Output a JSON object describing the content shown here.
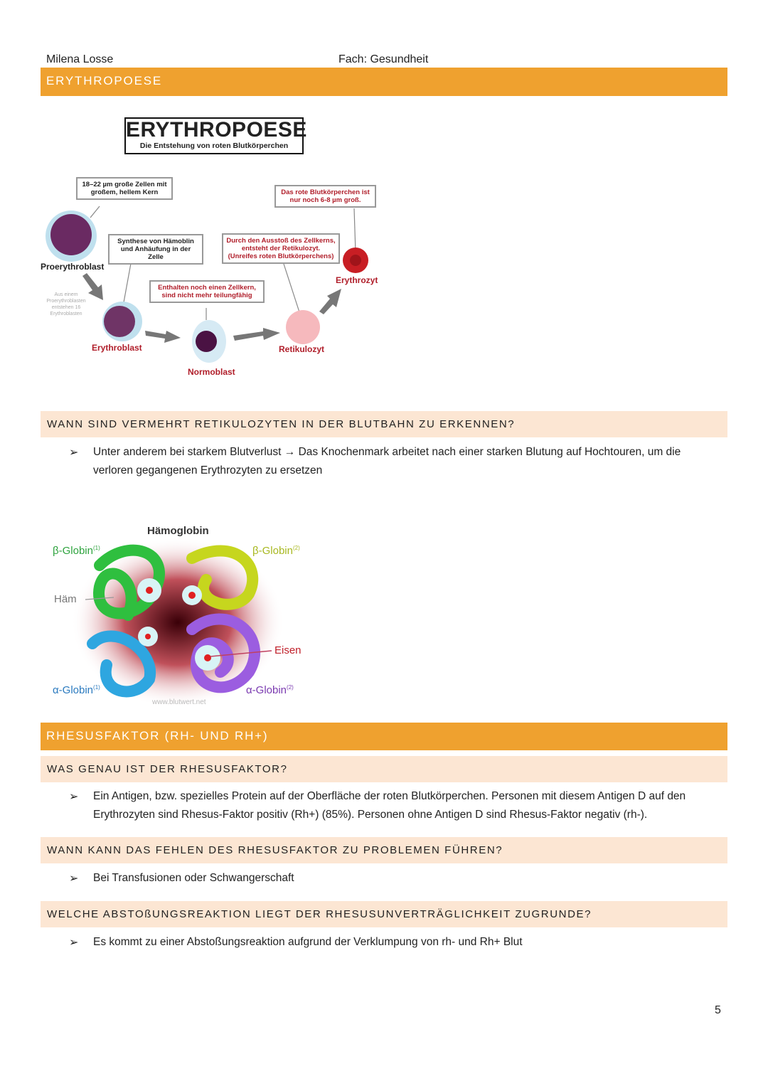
{
  "header": {
    "author": "Milena Losse",
    "subject": "Fach: Gesundheit"
  },
  "section1": {
    "title": "ERYTHROPOESE"
  },
  "diagram": {
    "title": "ERYTHROPOESE",
    "subtitle": "Die Entstehung von roten Blutkörperchen",
    "box_proery": "18–22 µm große Zellen mit großem, hellem Kern",
    "box_synthese": "Synthese von Hämoblin und Anhäufung in der Zelle",
    "box_normo": "Enthalten noch einen Zellkern, sind nicht mehr teilungfähig",
    "box_retik": "Durch den Ausstoß des Zellkerns, entsteht der Retikulozyt. (Unreifes roten Blutkörperchens)",
    "box_ery": "Das rote Blutkörperchen ist nur noch 6-8 µm groß.",
    "note": "Aus einem Proerythroblasten entstehen 16 Erythroblasten",
    "labels": {
      "proerythroblast": "Proerythroblast",
      "erythroblast": "Erythroblast",
      "normoblast": "Normoblast",
      "retikulozyt": "Retikulozyt",
      "erythrozyt": "Erythrozyt"
    }
  },
  "q1": {
    "title": "WANN SIND VERMEHRT RETIKULOZYTEN IN DER BLUTBAHN ZU ERKENNEN?",
    "answer": "Unter anderem bei starkem Blutverlust → Das Knochenmark arbeitet nach einer starken Blutung auf Hochtouren, um die verloren gegangenen Erythrozyten zu ersetzen"
  },
  "hemoglobin": {
    "title": "Hämoglobin",
    "beta1": "β-Globin",
    "beta1_sup": "(1)",
    "beta2": "β-Globin",
    "beta2_sup": "(2)",
    "haem": "Häm",
    "eisen": "Eisen",
    "alpha1": "α-Globin",
    "alpha1_sup": "(1)",
    "alpha2": "α-Globin",
    "alpha2_sup": "(2)",
    "watermark": "www.blutwert.net"
  },
  "section2": {
    "title": "RHESUSFAKTOR (RH- UND RH+)"
  },
  "q2": {
    "title": "WAS GENAU IST DER RHESUSFAKTOR?",
    "answer": "Ein Antigen, bzw. spezielles Protein auf der Oberfläche der roten Blutkörperchen. Personen mit diesem Antigen D auf den Erythrozyten sind Rhesus-Faktor positiv (Rh+) (85%). Personen ohne Antigen D sind Rhesus-Faktor negativ (rh-)."
  },
  "q3": {
    "title": "WANN KANN DAS FEHLEN DES RHESUSFAKTOR ZU PROBLEMEN FÜHREN?",
    "answer": "Bei Transfusionen oder Schwangerschaft"
  },
  "q4": {
    "title": "WELCHE ABSTOßUNGSREAKTION LIEGT DER RHESUSUNVERTRÄGLICHKEIT ZUGRUNDE?",
    "answer": "Es kommt zu einer Abstoßungsreaktion aufgrund der Verklumpung von rh- und Rh+ Blut"
  },
  "bullet": "➢",
  "page_number": "5"
}
